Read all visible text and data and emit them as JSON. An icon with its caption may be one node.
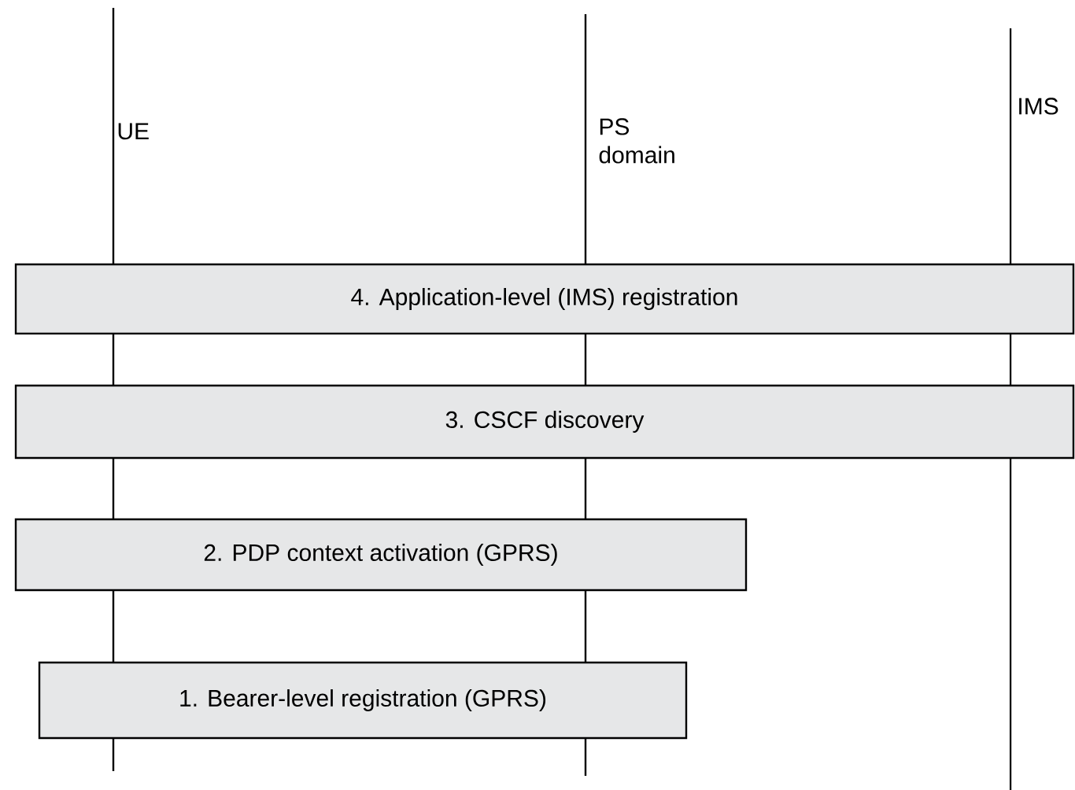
{
  "diagram": {
    "nodes": [
      {
        "text": [
          "4. Application-level (IMS) registration"
        ]
      },
      {
        "text": [
          "3. CSCF discovery"
        ]
      },
      {
        "text": [
          "2. PDP context activation (GPRS)"
        ]
      },
      {
        "text": [
          "1. Bearer-level registration (GPRS)"
        ]
      }
    ],
    "labels": [
      "UE",
      "PS domain",
      "IMS"
    ]
  }
}
